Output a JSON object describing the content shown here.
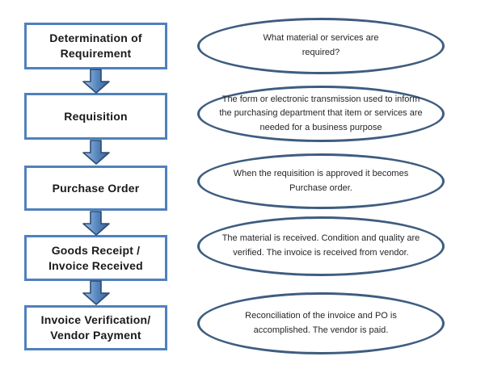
{
  "steps": [
    {
      "label": "Determination of\nRequirement",
      "description": "What material or services are\nrequired?"
    },
    {
      "label": "Requisition",
      "description": "The form or electronic transmission used to inform\nthe purchasing department that item or services are\nneeded for a business purpose"
    },
    {
      "label": "Purchase Order",
      "description": "When the requisition is approved it becomes\nPurchase order."
    },
    {
      "label": "Goods Receipt /\nInvoice Received",
      "description": "The material is received. Condition and quality are\nverified. The invoice is received from vendor."
    },
    {
      "label": "Invoice Verification/\nVendor Payment",
      "description": "Reconciliation of the invoice and PO is\naccomplished. The vendor  is paid."
    }
  ],
  "icons": {
    "flow_connector": "down-arrow"
  },
  "colors": {
    "background": "#ffffff",
    "box_border": "#4f81bd",
    "box_text": "#1a1a1a",
    "ellipse_border": "#3e5c80",
    "ellipse_text": "#262626",
    "arrow_fill_light": "#a3c1e5",
    "arrow_fill": "#5585be",
    "arrow_fill_dark": "#39618f",
    "arrow_outline": "#2b4b72"
  }
}
